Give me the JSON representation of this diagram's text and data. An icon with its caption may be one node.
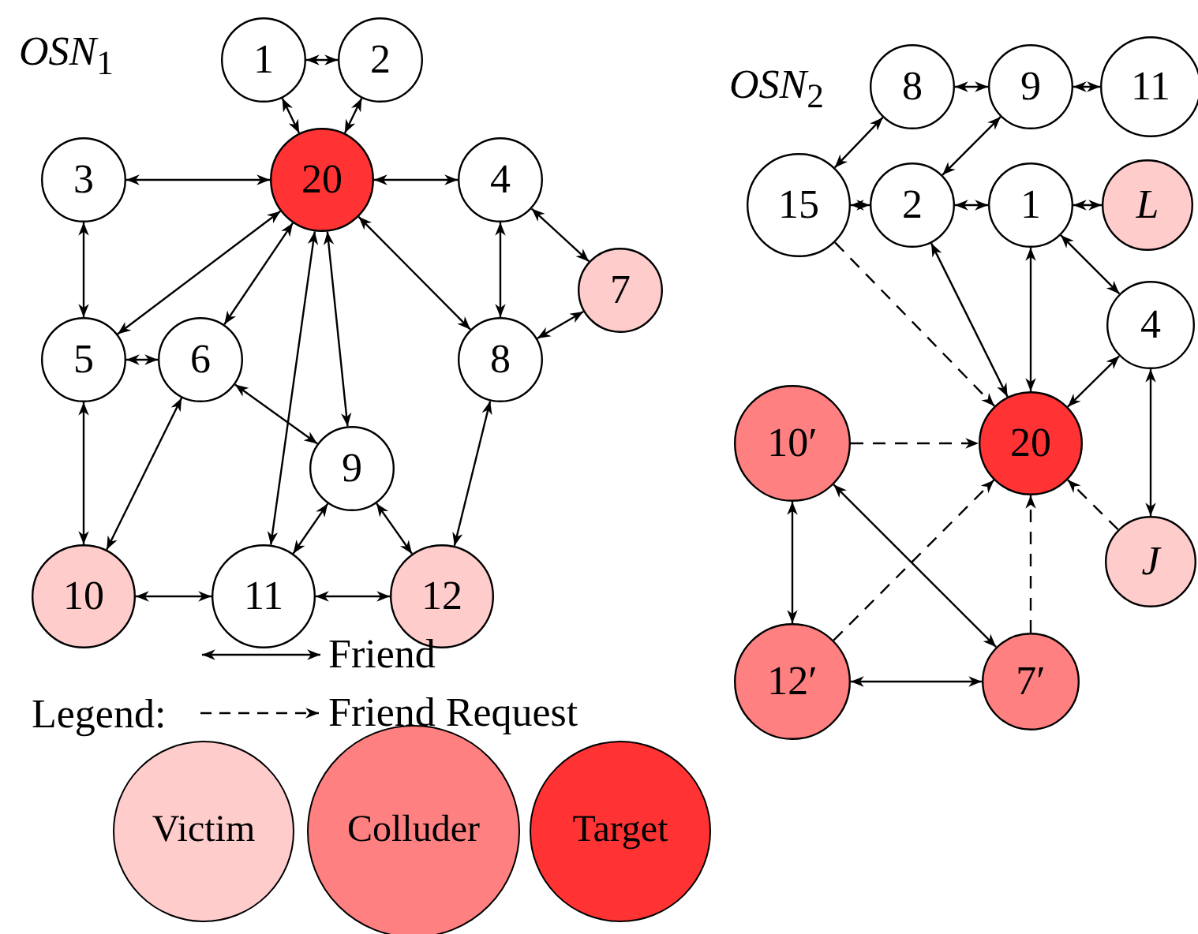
{
  "diagram": {
    "nodes": [
      {
        "text": [
          "1"
        ]
      },
      {
        "text": [
          "2"
        ]
      },
      {
        "text": [
          "3"
        ]
      },
      {
        "text": [
          "20"
        ]
      },
      {
        "text": [
          "4"
        ]
      },
      {
        "text": [
          "7"
        ]
      },
      {
        "text": [
          "5"
        ]
      },
      {
        "text": [
          "6"
        ]
      },
      {
        "text": [
          "8"
        ]
      },
      {
        "text": [
          "9"
        ]
      },
      {
        "text": [
          "10"
        ]
      },
      {
        "text": [
          "11"
        ]
      },
      {
        "text": [
          "12"
        ]
      },
      {
        "text": [
          "8"
        ]
      },
      {
        "text": [
          "9"
        ]
      },
      {
        "text": [
          "11"
        ]
      },
      {
        "text": [
          "15"
        ]
      },
      {
        "text": [
          "2"
        ]
      },
      {
        "text": [
          "1"
        ]
      },
      {
        "text": [
          "L"
        ]
      },
      {
        "text": [
          "4"
        ]
      },
      {
        "text": [
          "10′"
        ]
      },
      {
        "text": [
          "20"
        ]
      },
      {
        "text": [
          "J"
        ]
      },
      {
        "text": [
          "12′"
        ]
      },
      {
        "text": [
          "7′"
        ]
      }
    ],
    "edges": [
      {
        "from": 0,
        "to": 1,
        "arrow": "both"
      },
      {
        "from": 0,
        "to": 3,
        "arrow": "both"
      },
      {
        "from": 1,
        "to": 3,
        "arrow": "both"
      },
      {
        "from": 2,
        "to": 3,
        "arrow": "both"
      },
      {
        "from": 3,
        "to": 4,
        "arrow": "both"
      },
      {
        "from": 2,
        "to": 6,
        "arrow": "both"
      },
      {
        "from": 4,
        "to": 8,
        "arrow": "both"
      },
      {
        "from": 4,
        "to": 5,
        "arrow": "both"
      },
      {
        "from": 5,
        "to": 8,
        "arrow": "both"
      },
      {
        "from": 3,
        "to": 6,
        "arrow": "both"
      },
      {
        "from": 3,
        "to": 7,
        "arrow": "both"
      },
      {
        "from": 3,
        "to": 8,
        "arrow": "both"
      },
      {
        "from": 3,
        "to": 9,
        "arrow": "both"
      },
      {
        "from": 3,
        "to": 11,
        "arrow": "both"
      },
      {
        "from": 6,
        "to": 7,
        "arrow": "both"
      },
      {
        "from": 6,
        "to": 10,
        "arrow": "both"
      },
      {
        "from": 7,
        "to": 10,
        "arrow": "both"
      },
      {
        "from": 7,
        "to": 9,
        "arrow": "both"
      },
      {
        "from": 9,
        "to": 11,
        "arrow": "both"
      },
      {
        "from": 9,
        "to": 12,
        "arrow": "both"
      },
      {
        "from": 8,
        "to": 12,
        "arrow": "both"
      },
      {
        "from": 10,
        "to": 11,
        "arrow": "both"
      },
      {
        "from": 11,
        "to": 12,
        "arrow": "both"
      },
      {
        "from": 13,
        "to": 14,
        "arrow": "both"
      },
      {
        "from": 14,
        "to": 15,
        "arrow": "both"
      },
      {
        "from": 13,
        "to": 16,
        "arrow": "both"
      },
      {
        "from": 14,
        "to": 17,
        "arrow": "both"
      },
      {
        "from": 16,
        "to": 17,
        "arrow": "both"
      },
      {
        "from": 17,
        "to": 18,
        "arrow": "both"
      },
      {
        "from": 18,
        "to": 19,
        "arrow": "both"
      },
      {
        "from": 18,
        "to": 20,
        "arrow": "both"
      },
      {
        "from": 17,
        "to": 22,
        "arrow": "both"
      },
      {
        "from": 18,
        "to": 22,
        "arrow": "both"
      },
      {
        "from": 20,
        "to": 22,
        "arrow": "both"
      },
      {
        "from": 20,
        "to": 23,
        "arrow": "both"
      },
      {
        "from": 16,
        "to": 22,
        "arrow": "to",
        "style": "dashed"
      },
      {
        "from": 21,
        "to": 22,
        "arrow": "to",
        "style": "dashed"
      },
      {
        "from": 24,
        "to": 22,
        "arrow": "to",
        "style": "dashed"
      },
      {
        "from": 25,
        "to": 22,
        "arrow": "to",
        "style": "dashed"
      },
      {
        "from": 23,
        "to": 22,
        "arrow": "to",
        "style": "dashed"
      },
      {
        "from": 21,
        "to": 24,
        "arrow": "both"
      },
      {
        "from": 21,
        "to": 25,
        "arrow": "both"
      },
      {
        "from": 24,
        "to": 25,
        "arrow": "both"
      }
    ],
    "labels": [
      "*OSN*$_{1}$",
      "*OSN*$_{2}$",
      "Legend:"
    ],
    "legend": [
      {
        "text": "Friend"
      },
      {
        "text": "Friend Request"
      },
      {
        "text": "Victim",
        "color": "#ffcccc"
      },
      {
        "text": "Colluder",
        "color": "#ff8080"
      },
      {
        "text": "Target",
        "color": "#ff3333"
      }
    ]
  }
}
